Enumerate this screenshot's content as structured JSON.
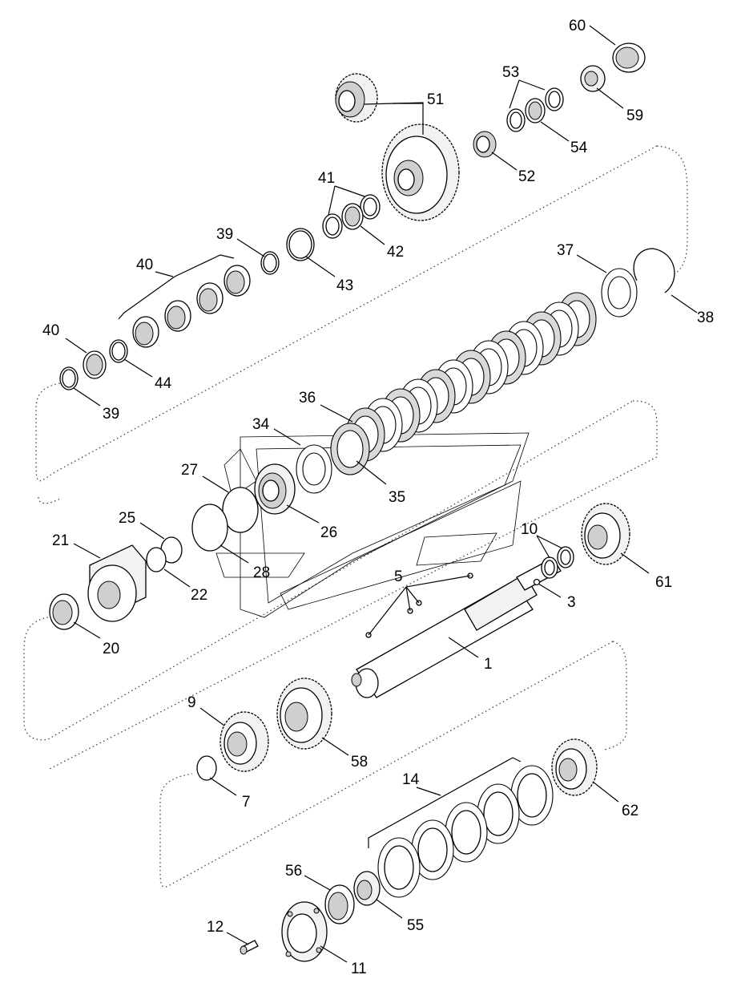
{
  "diagram": {
    "callouts": [
      {
        "id": "c1",
        "label": "1"
      },
      {
        "id": "c3",
        "label": "3"
      },
      {
        "id": "c5",
        "label": "5"
      },
      {
        "id": "c7",
        "label": "7"
      },
      {
        "id": "c9",
        "label": "9"
      },
      {
        "id": "c10",
        "label": "10"
      },
      {
        "id": "c11",
        "label": "11"
      },
      {
        "id": "c12",
        "label": "12"
      },
      {
        "id": "c14",
        "label": "14"
      },
      {
        "id": "c20",
        "label": "20"
      },
      {
        "id": "c21",
        "label": "21"
      },
      {
        "id": "c22",
        "label": "22"
      },
      {
        "id": "c25",
        "label": "25"
      },
      {
        "id": "c26",
        "label": "26"
      },
      {
        "id": "c27",
        "label": "27"
      },
      {
        "id": "c28",
        "label": "28"
      },
      {
        "id": "c34",
        "label": "34"
      },
      {
        "id": "c35",
        "label": "35"
      },
      {
        "id": "c36",
        "label": "36"
      },
      {
        "id": "c37",
        "label": "37"
      },
      {
        "id": "c38",
        "label": "38"
      },
      {
        "id": "c39a",
        "label": "39"
      },
      {
        "id": "c39b",
        "label": "39"
      },
      {
        "id": "c40a",
        "label": "40"
      },
      {
        "id": "c40b",
        "label": "40"
      },
      {
        "id": "c41",
        "label": "41"
      },
      {
        "id": "c42",
        "label": "42"
      },
      {
        "id": "c43",
        "label": "43"
      },
      {
        "id": "c44",
        "label": "44"
      },
      {
        "id": "c51",
        "label": "51"
      },
      {
        "id": "c52",
        "label": "52"
      },
      {
        "id": "c53",
        "label": "53"
      },
      {
        "id": "c54",
        "label": "54"
      },
      {
        "id": "c55",
        "label": "55"
      },
      {
        "id": "c56",
        "label": "56"
      },
      {
        "id": "c58",
        "label": "58"
      },
      {
        "id": "c59",
        "label": "59"
      },
      {
        "id": "c60",
        "label": "60"
      },
      {
        "id": "c61",
        "label": "61"
      },
      {
        "id": "c62",
        "label": "62"
      }
    ]
  }
}
